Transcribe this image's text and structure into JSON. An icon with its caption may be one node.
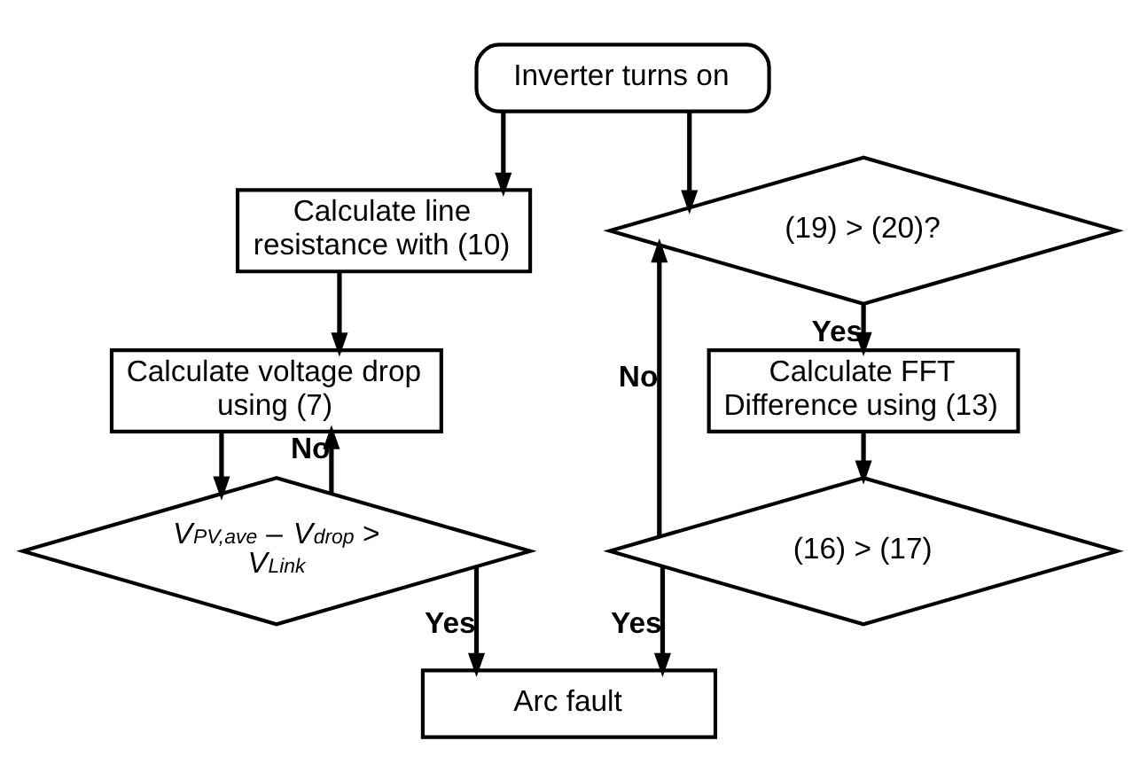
{
  "diagram": {
    "nodes": [
      {
        "text": [
          "Inverter turns on"
        ]
      },
      {
        "text": [
          "Calculate line resistance with (10)"
        ]
      },
      {
        "text": [
          "Calculate voltage drop using (7)"
        ]
      },
      {
        "text": [
          "*V*$_{PV,ave}$ – *V*$_{drop}$ > *V*$_{Link}$"
        ]
      },
      {
        "text": [
          "Arc fault"
        ]
      },
      {
        "text": [
          "(19) > (20)?"
        ]
      },
      {
        "text": [
          "Calculate FFT Difference using (13)"
        ]
      },
      {
        "text": [
          "(16) > (17)"
        ]
      }
    ],
    "edges": [
      {
        "from": 0,
        "to": 1,
        "arrow": "to"
      },
      {
        "from": 0,
        "to": 5,
        "arrow": "to"
      },
      {
        "from": 1,
        "to": 2,
        "arrow": "to"
      },
      {
        "from": 2,
        "to": 3,
        "arrow": "to"
      },
      {
        "from": 3,
        "to": 2,
        "arrow": "to",
        "label": "No"
      },
      {
        "from": 3,
        "to": 4,
        "arrow": "to",
        "label": "Yes"
      },
      {
        "from": 5,
        "to": 6,
        "arrow": "to",
        "label": "Yes"
      },
      {
        "from": 6,
        "to": 7,
        "arrow": "to"
      },
      {
        "from": 7,
        "to": 5,
        "arrow": "to",
        "label": "No"
      },
      {
        "from": 7,
        "to": 4,
        "arrow": "to",
        "label": "Yes"
      }
    ]
  }
}
